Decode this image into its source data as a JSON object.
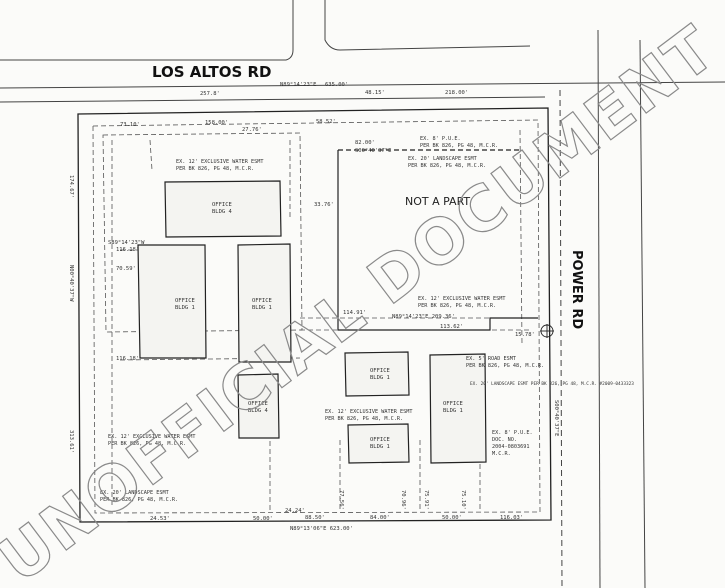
{
  "roads": {
    "north": "LOS ALTOS RD",
    "east": "POWER RD"
  },
  "parcel": {
    "not_a_part": "NOT A PART"
  },
  "buildings": [
    {
      "id": "office-bldg-4-top",
      "label1": "OFFICE",
      "label2": "BLDG 4"
    },
    {
      "id": "office-bldg-left",
      "label1": "OFFICE",
      "label2": "BLDG 1"
    },
    {
      "id": "office-bldg-mid",
      "label1": "OFFICE",
      "label2": "BLDG 1"
    },
    {
      "id": "office-bldg-4-small",
      "label1": "OFFICE",
      "label2": "BLDG 4"
    },
    {
      "id": "office-bldg-center-upper",
      "label1": "OFFICE",
      "label2": "BLDG 1"
    },
    {
      "id": "office-bldg-center-lower",
      "label1": "OFFICE",
      "label2": "BLDG 1"
    },
    {
      "id": "office-bldg-right",
      "label1": "OFFICE",
      "label2": "BLDG 1"
    }
  ],
  "dimensions": {
    "top_total": "635.00'",
    "top_a": "257.8'",
    "top_b": "218.00'",
    "top_c": "48.15'",
    "bottom_total": "N89°13'06\"E  623.00'",
    "bottom_a": "50.00'",
    "bottom_b": "84.00'",
    "bottom_c": "50.00'",
    "bottom_d": "116.03'",
    "bottom_e": "88.50'",
    "bottom_f": "24.53'",
    "d_158": "158.00'",
    "d_70": "70.59'",
    "d_82": "82.00'",
    "d_33": "33.76'",
    "d_114": "114.91'",
    "d_113": "113.62'",
    "d_116a": "116.18'",
    "d_116b": "116.18'",
    "d_73": "73.10'",
    "d_27": "27.76'",
    "d_58": "58.52'",
    "d_24": "24.24'",
    "d_15": "15.78'",
    "d_77": "77.56'",
    "d_70b": "70.96'",
    "d_75": "75.91'",
    "d_75b": "75.10'",
    "bearing_north": "N89°14'23\"E",
    "bearing_east": "S00°40'37\"E",
    "bearing_inner": "N89°14'23\"E 209.36'",
    "left_side_a": "174.67'",
    "left_side_b": "313.61'",
    "left_side_c": "N00°40'37\"W",
    "right_side": "S00°40'37\"E",
    "bearing_s": "S89°14'23\"W"
  },
  "easements": {
    "pue_top": "EX. 8' P.U.E.",
    "pue_top_ref": "PER BK 826, PG 48, M.C.R.",
    "landscape_top": "EX. 20' LANDSCAPE ESMT",
    "landscape_top_ref": "PER BK 826, PG 48, M.C.R.",
    "water_top": "EX. 12' EXCLUSIVE WATER ESMT",
    "water_top_ref": "PER BK 826, PG 48, M.C.R.",
    "water_mid": "EX. 12' EXCLUSIVE WATER ESMT",
    "water_mid_ref": "PER BK 826, PG 48, M.C.R.",
    "road_esmt": "EX. 5' ROAD ESMT",
    "road_esmt_ref": "PER BK 826, PG 48, M.C.R.",
    "landscape_right": "EX. 20' LANDSCAPE ESMT PER BK 826, PG 48, M.C.R. #2009-0433323",
    "pue_right": "EX. 8' P.U.E.",
    "pue_right_doc": "DOC. NO.",
    "pue_right_num": "2004-0803691",
    "pue_right_ref": "M.C.R.",
    "water_center": "EX. 12' EXCLUSIVE WATER ESMT",
    "water_center_ref": "PER BK 826, PG 48, M.C.R.",
    "water_left": "EX. 12' EXCLUSIVE WATER ESMT",
    "water_left_ref": "PER BK 826, PG 48, M.C.R.",
    "landscape_bottom": "EX. 20' LANDSCAPE ESMT",
    "landscape_bottom_ref": "PER BK 826, PG 48, M.C.R."
  },
  "watermark": "UNOFFICIAL DOCUMENT"
}
